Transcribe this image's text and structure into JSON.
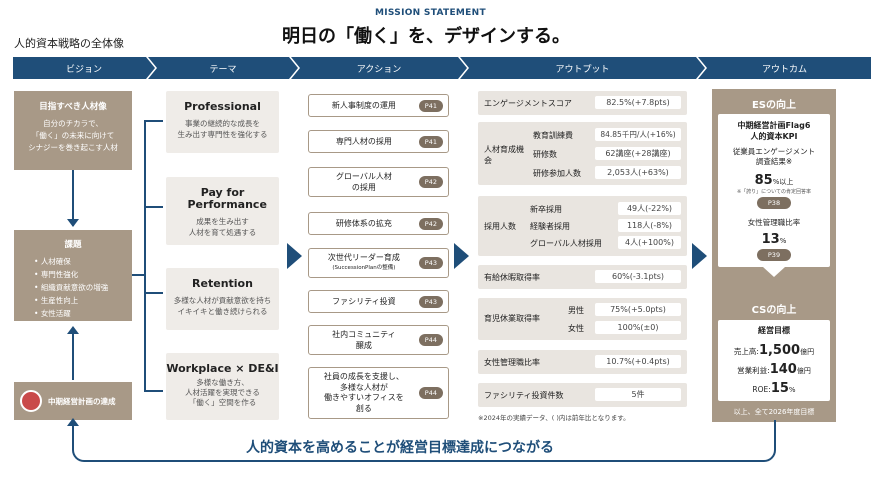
{
  "header": {
    "mission": "MISSION STATEMENT",
    "left_title": "人的資本戦略の全体像",
    "headline": "明日の「働く」を、デザインする。"
  },
  "bands": [
    "ビジョン",
    "テーマ",
    "アクション",
    "アウトプット",
    "アウトカム"
  ],
  "vision": {
    "title": "目指すべき人材像",
    "lines": [
      "自分のチカラで、",
      "「働く」の未来に向けて",
      "シナジーを巻き起こす人材"
    ]
  },
  "issues": {
    "title": "課題",
    "items": [
      "人材確保",
      "専門性強化",
      "組織貢献意欲の増強",
      "生産性向上",
      "女性活躍"
    ]
  },
  "midplan": "中期経営計画の達成",
  "themes": [
    {
      "title": "Professional",
      "desc": [
        "事業の継続的な成長を",
        "生み出す専門性を強化する"
      ]
    },
    {
      "title": "Pay for Performance",
      "desc": [
        "成果を生み出す",
        "人材を育て処遇する"
      ]
    },
    {
      "title": "Retention",
      "desc": [
        "多様な人材が貢献意欲を持ち",
        "イキイキと働き続けられる"
      ]
    },
    {
      "title": "Workplace × DE&I",
      "desc": [
        "多様な働き方、",
        "人材活躍を実現できる",
        "「働く」空間を作る"
      ]
    }
  ],
  "actions": [
    {
      "label": [
        "新人事制度の運用"
      ],
      "page": "P41"
    },
    {
      "label": [
        "専門人材の採用"
      ],
      "page": "P41"
    },
    {
      "label": [
        "グローバル人材",
        "の採用"
      ],
      "page": "P42"
    },
    {
      "label": [
        "研修体系の拡充"
      ],
      "page": "P42"
    },
    {
      "label": [
        "次世代リーダー育成"
      ],
      "sub": "(SuccessionPlanの整備)",
      "page": "P43"
    },
    {
      "label": [
        "ファシリティ投資"
      ],
      "page": "P43"
    },
    {
      "label": [
        "社内コミュニティ",
        "醸成"
      ],
      "page": "P44"
    },
    {
      "label": [
        "社員の成長を支援し、",
        "多様な人材が",
        "働きやすいオフィスを",
        "創る"
      ],
      "page": "P44"
    }
  ],
  "outputs": {
    "engagement": {
      "label": "エンゲージメントスコア",
      "value": "82.5%(+7.8pts)"
    },
    "training": {
      "label": "人材育成機会",
      "rows": [
        {
          "k": "教育訓練費",
          "v": "84.85千円/人(+16%)"
        },
        {
          "k": "研修数",
          "v": "62講座(+28講座)"
        },
        {
          "k": "研修参加人数",
          "v": "2,053人(+63%)"
        }
      ]
    },
    "hiring": {
      "label": "採用人数",
      "rows": [
        {
          "k": "新卒採用",
          "v": "49人(-22%)"
        },
        {
          "k": "経験者採用",
          "v": "118人(-8%)"
        },
        {
          "k": "グローバル人材採用",
          "v": "4人(+100%)"
        }
      ]
    },
    "paid_leave": {
      "label": "有給休暇取得率",
      "value": "60%(-3.1pts)"
    },
    "childcare": {
      "label": "育児休業取得率",
      "rows": [
        {
          "k": "男性",
          "v": "75%(+5.0pts)"
        },
        {
          "k": "女性",
          "v": "100%(±0)"
        }
      ]
    },
    "women_mgmt": {
      "label": "女性管理職比率",
      "value": "10.7%(+0.4pts)"
    },
    "facility": {
      "label": "ファシリティ投資件数",
      "value": "5件"
    },
    "note": "※2024年の実績データ、( )内は前年比となります。"
  },
  "outcome": {
    "es_title": "ESの向上",
    "kpi_title": [
      "中期経営計画Flag6",
      "人的資本KPI"
    ],
    "kpi_engagement": [
      "従業員エンゲージメント",
      "調査結果※"
    ],
    "kpi_engagement_value": "85",
    "kpi_engagement_unit": "%以上",
    "kpi_note": "※「誇り」についての肯定回答率",
    "kpi_page1": "P38",
    "kpi_women": "女性管理職比率",
    "kpi_women_value": "13",
    "kpi_women_unit": "%",
    "kpi_page2": "P39",
    "cs_title": "CSの向上",
    "goal_title": "経営目標",
    "sales_label": "売上高:",
    "sales_value": "1,500",
    "sales_unit": "億円",
    "op_label": "営業利益:",
    "op_value": "140",
    "op_unit": "億円",
    "roe_label": "ROE:",
    "roe_value": "15",
    "roe_unit": "%",
    "footnote": "以上、全て2026年度目標"
  },
  "bottom_message": "人的資本を高めることが経営目標達成につながる",
  "colors": {
    "navy": "#1f4e79",
    "tan": "#a89987",
    "light": "#efece8"
  }
}
